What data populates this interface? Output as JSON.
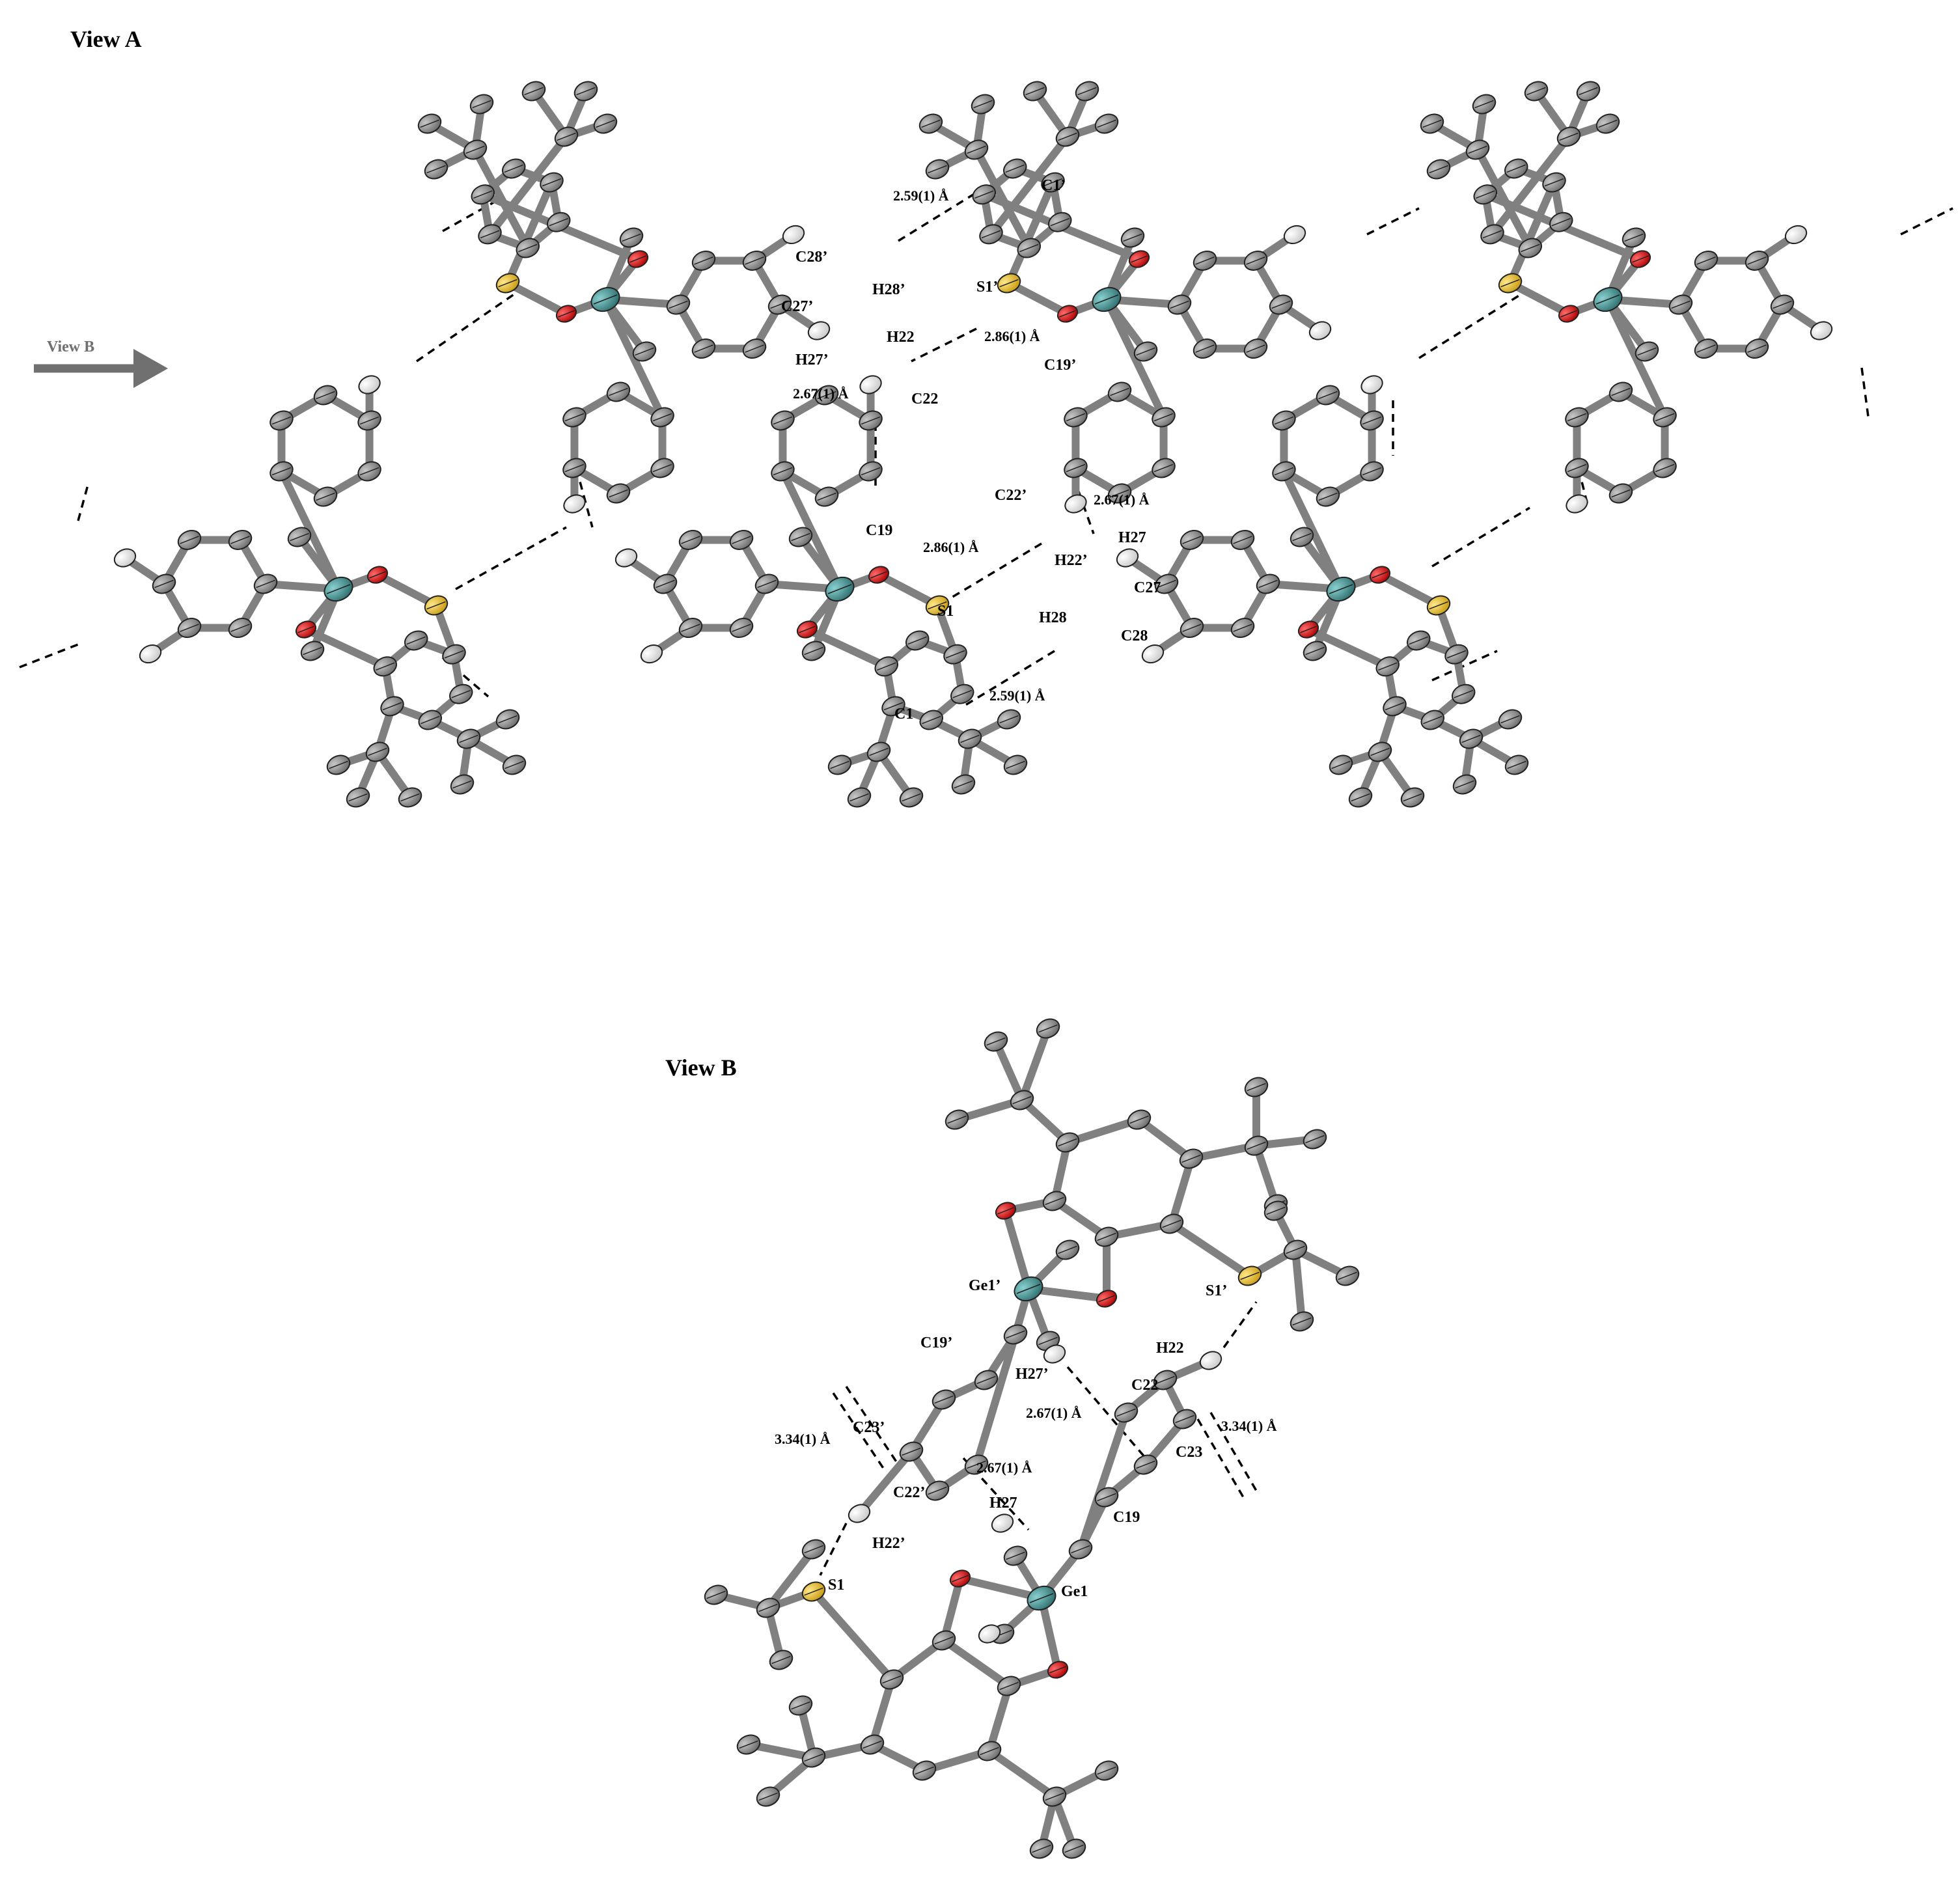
{
  "colors": {
    "carbon": "#8a8a8a",
    "bond": "#808080",
    "hydrogen": "#e6e6e6",
    "oxygen": "#dd0000",
    "sulfur": "#f0c020",
    "germanium": "#4a9090",
    "hbond": "#000000"
  },
  "view_a": {
    "title": "View A",
    "arrow_label": "View B",
    "atom_labels": {
      "c1p": "C1’",
      "c28p": "C28’",
      "h28p": "H28’",
      "s1p": "S1’",
      "c27p": "C27’",
      "h22": "H22",
      "h27p": "H27’",
      "c19p": "C19’",
      "c22": "C22",
      "c22p": "C22’",
      "c19": "C19",
      "h27": "H27",
      "h22p": "H22’",
      "s1": "S1",
      "c27": "C27",
      "h28": "H28",
      "c28": "C28",
      "c1": "C1"
    },
    "distances": {
      "d1": "2.59(1) Å",
      "d2": "2.86(1) Å",
      "d3": "2.67(1) Å",
      "d4": "2.67(1) Å",
      "d5": "2.86(1) Å",
      "d6": "2.59(1) Å"
    }
  },
  "view_b": {
    "title": "View B",
    "atom_labels": {
      "ge1p": "Ge1’",
      "s1p": "S1’",
      "c19p": "C19’",
      "h22": "H22",
      "h27p": "H27’",
      "c22": "C22",
      "c23p": "C23’",
      "c23": "C23",
      "c22p": "C22’",
      "h27": "H27",
      "h22p": "H22’",
      "c19": "C19",
      "s1": "S1",
      "ge1": "Ge1"
    },
    "distances": {
      "d1": "2.67(1) Å",
      "d2": "3.34(1) Å",
      "d3": "3.34(1) Å",
      "d4": "2.67(1) Å"
    }
  }
}
